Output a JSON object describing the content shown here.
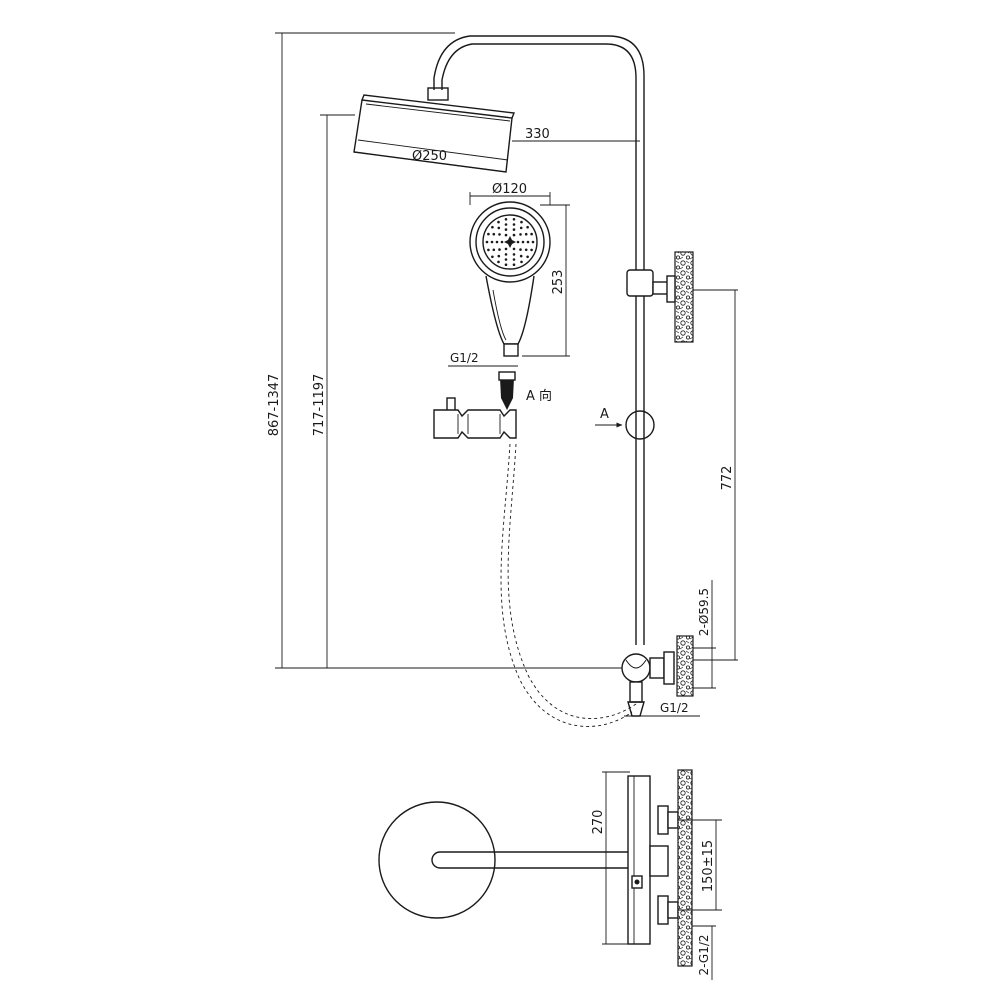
{
  "dimensions": {
    "total_height": "867-1347",
    "head_height": "717-1197",
    "arm_length": "330",
    "head_diameter": "Ø250",
    "hand_diameter": "Ø120",
    "hand_length": "253",
    "hand_thread": "G1/2",
    "mount_spacing": "772",
    "fixing_holes": "2-Ø59.5",
    "outlet_thread": "G1/2",
    "valve_height": "270",
    "inlet_spacing": "150±15",
    "inlet_threads": "2-G1/2"
  },
  "annotations": {
    "view_a": "A",
    "view_a_label": "A  向",
    "arrow_a": "A"
  }
}
